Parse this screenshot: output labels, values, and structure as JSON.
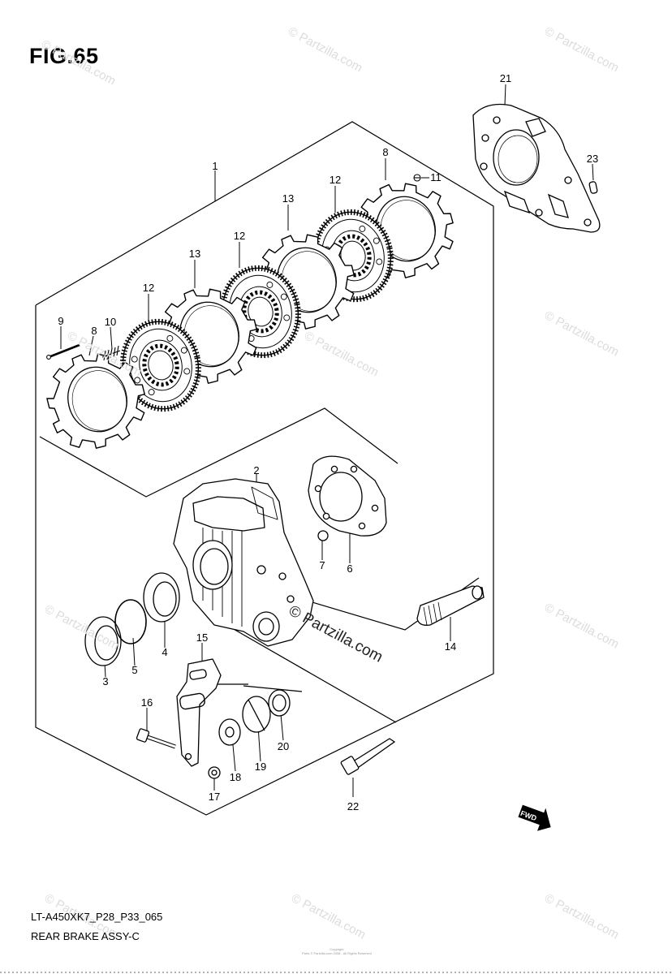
{
  "figure": {
    "title": "FIG.65",
    "model_code": "LT-A450XK7_P28_P33_065",
    "caption": "REAR BRAKE ASSY-C",
    "fwd_label": "FWD",
    "watermark": "© Partzilla.com",
    "center_watermark": "© Partzilla.com",
    "copyright_line1": "Copyright",
    "copyright_line2": "Parts © Partzilla.com 2008 - All Rights Reserved"
  },
  "callouts": [
    {
      "id": "c1",
      "text": "1"
    },
    {
      "id": "c2",
      "text": "2"
    },
    {
      "id": "c3",
      "text": "3"
    },
    {
      "id": "c4",
      "text": "4"
    },
    {
      "id": "c5",
      "text": "5"
    },
    {
      "id": "c6",
      "text": "6"
    },
    {
      "id": "c7",
      "text": "7"
    },
    {
      "id": "c8a",
      "text": "8"
    },
    {
      "id": "c8b",
      "text": "8"
    },
    {
      "id": "c9",
      "text": "9"
    },
    {
      "id": "c10",
      "text": "10"
    },
    {
      "id": "c11",
      "text": "11"
    },
    {
      "id": "c12a",
      "text": "12"
    },
    {
      "id": "c12b",
      "text": "12"
    },
    {
      "id": "c12c",
      "text": "12"
    },
    {
      "id": "c13a",
      "text": "13"
    },
    {
      "id": "c13b",
      "text": "13"
    },
    {
      "id": "c14",
      "text": "14"
    },
    {
      "id": "c15",
      "text": "15"
    },
    {
      "id": "c16",
      "text": "16"
    },
    {
      "id": "c17",
      "text": "17"
    },
    {
      "id": "c18",
      "text": "18"
    },
    {
      "id": "c19",
      "text": "19"
    },
    {
      "id": "c20",
      "text": "20"
    },
    {
      "id": "c21",
      "text": "21"
    },
    {
      "id": "c22",
      "text": "22"
    },
    {
      "id": "c23",
      "text": "23"
    }
  ]
}
